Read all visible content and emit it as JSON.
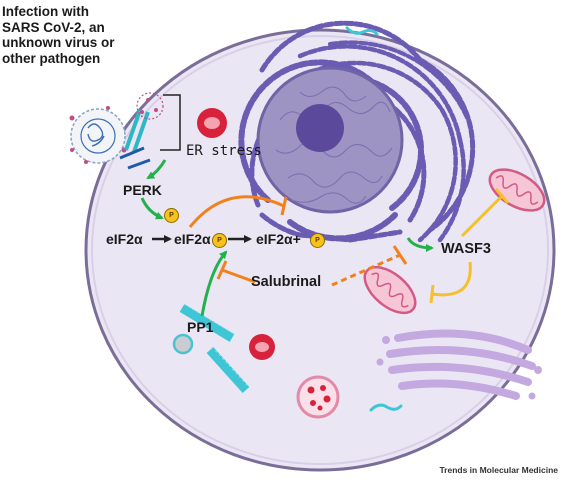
{
  "intro_text": "Infection with\nSARS CoV-2, an\nunknown virus or\nother pathogen",
  "labels": {
    "er_stress": "ER stress",
    "perk": "PERK",
    "eif2a": "eIF2α",
    "eif2a_p": "eIF2α",
    "eif2a_plus": "eIF2α+",
    "salubrinal": "Salubrinal",
    "pp1": "PP1",
    "wasf3": "WASF3",
    "phospho": "P"
  },
  "credit": "Trends in Molecular Medicine",
  "colors": {
    "cell_fill": "#ebe6f3",
    "cell_border": "#7a6e99",
    "nucleus": "#9d94c4",
    "nucleolus": "#5b4a9c",
    "er": "#6a5bb3",
    "activate_arrow": "#22b14c",
    "inhibit_orange": "#f0821e",
    "inhibit_yellow": "#f5c02a",
    "mito_fill": "#f7c6d6",
    "mito_border": "#d25a84",
    "golgi": "#c4a9e0",
    "cytoskeleton": "#3ec6d6",
    "rbc": "#d8213b"
  }
}
